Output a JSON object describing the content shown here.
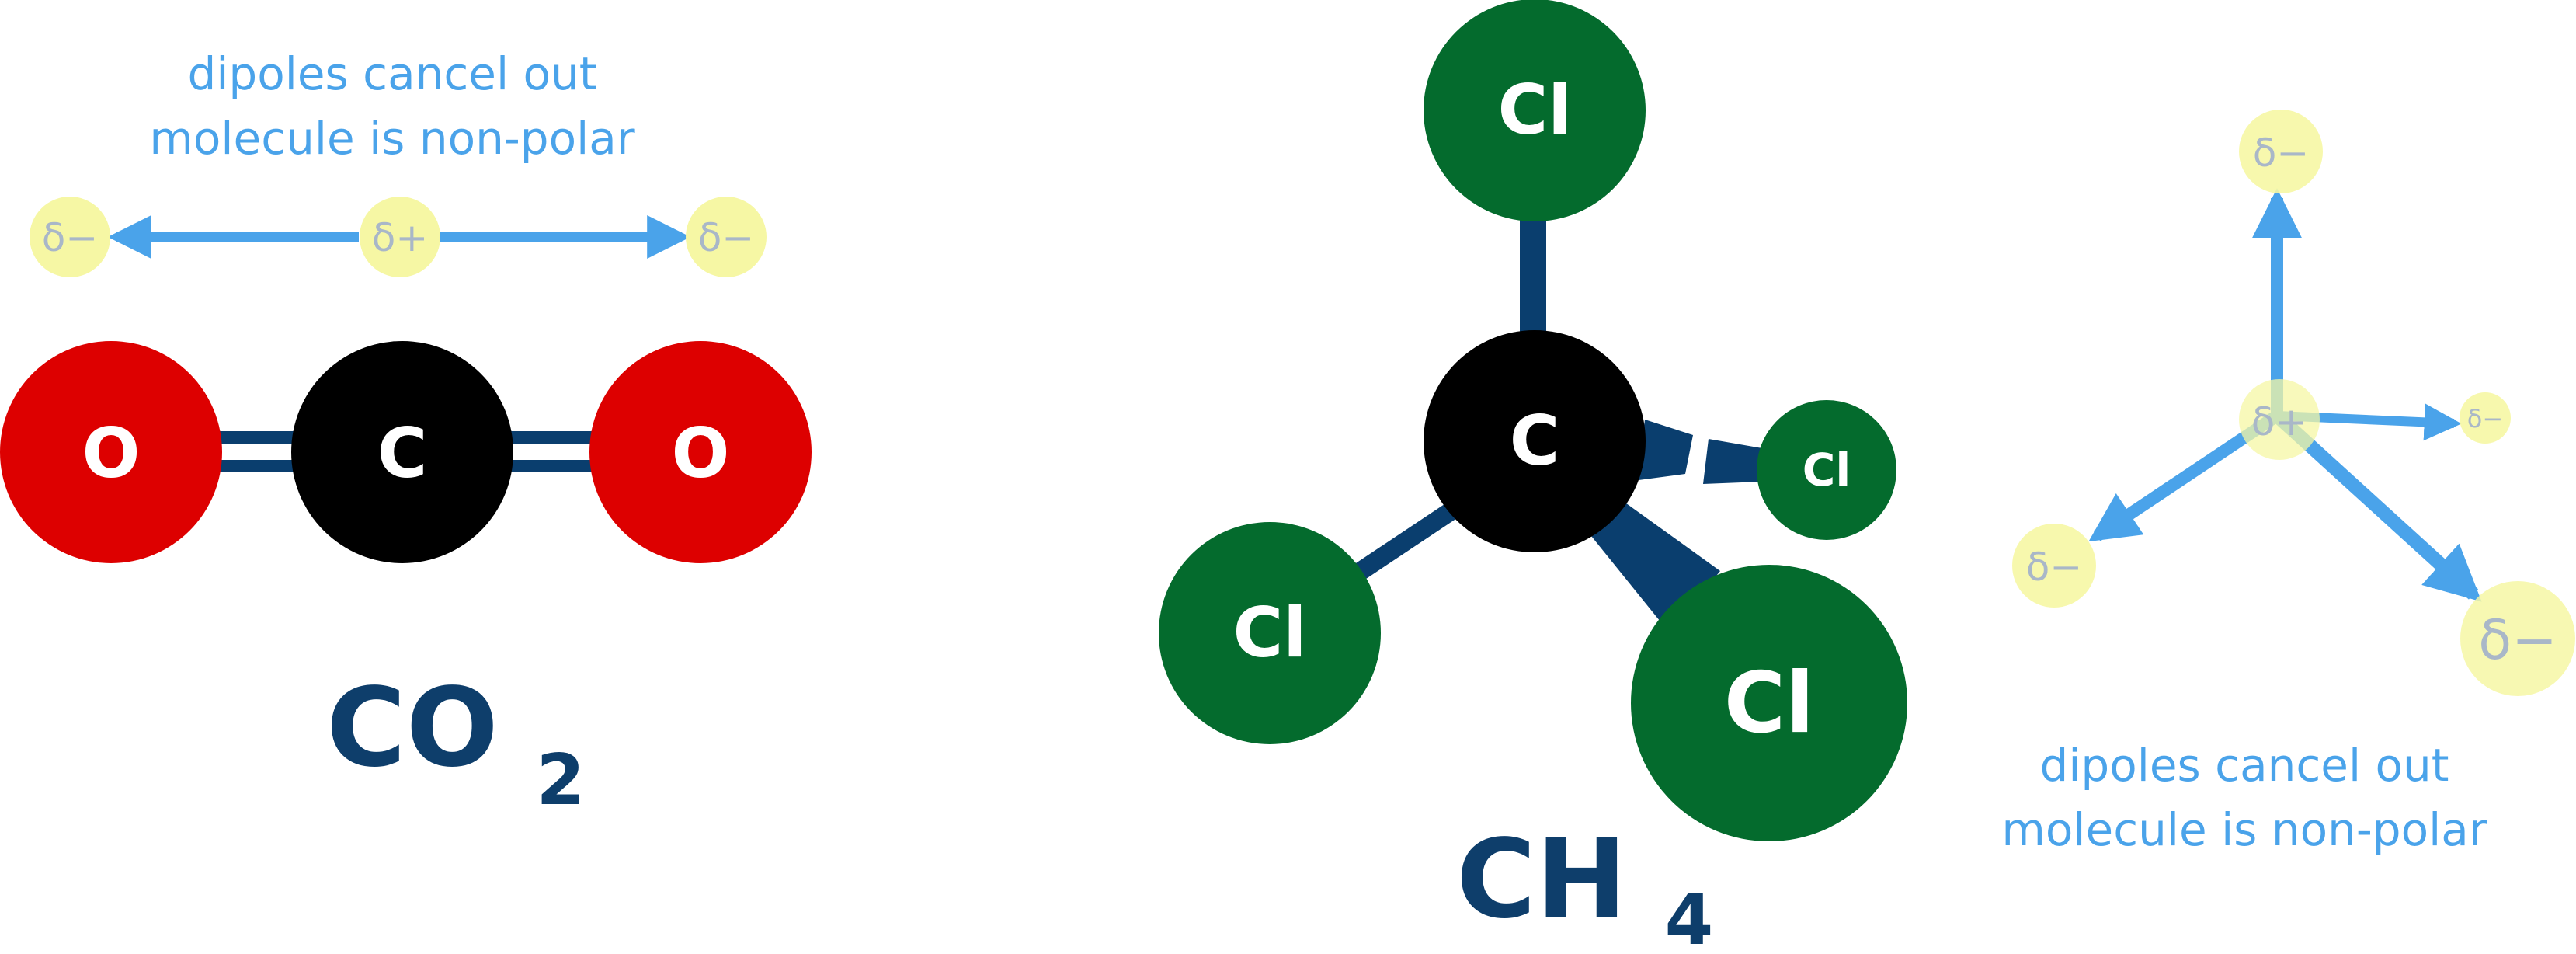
{
  "colors": {
    "oxygen": "#dd0000",
    "carbon": "#000000",
    "chlorine": "#046b2d",
    "bond": "#0a3e6e",
    "dipole_arrow": "#4aa3ea",
    "charge_halo": "#f6f7a4",
    "charge_text": "#a9b7c8",
    "caption": "#4aa3ea",
    "formula": "#0e3e6b"
  },
  "co2_panel": {
    "caption_line1": "dipoles cancel out",
    "caption_line2": "molecule is non-polar",
    "charges": [
      "δ−",
      "δ+",
      "δ−"
    ],
    "atoms": [
      "O",
      "C",
      "O"
    ],
    "formula_main": "CO",
    "formula_sub": "2"
  },
  "ccl4_panel": {
    "atoms": {
      "center": "C",
      "top": "Cl",
      "left": "Cl",
      "back_right": "Cl",
      "front_right": "Cl"
    },
    "formula_main": "CH",
    "formula_sub": "4"
  },
  "dipole_panel": {
    "charges": {
      "center": "δ+",
      "top": "δ−",
      "right": "δ−",
      "left": "δ−",
      "bottom_right": "δ−"
    },
    "caption_line1": "dipoles cancel out",
    "caption_line2": "molecule is non-polar"
  }
}
